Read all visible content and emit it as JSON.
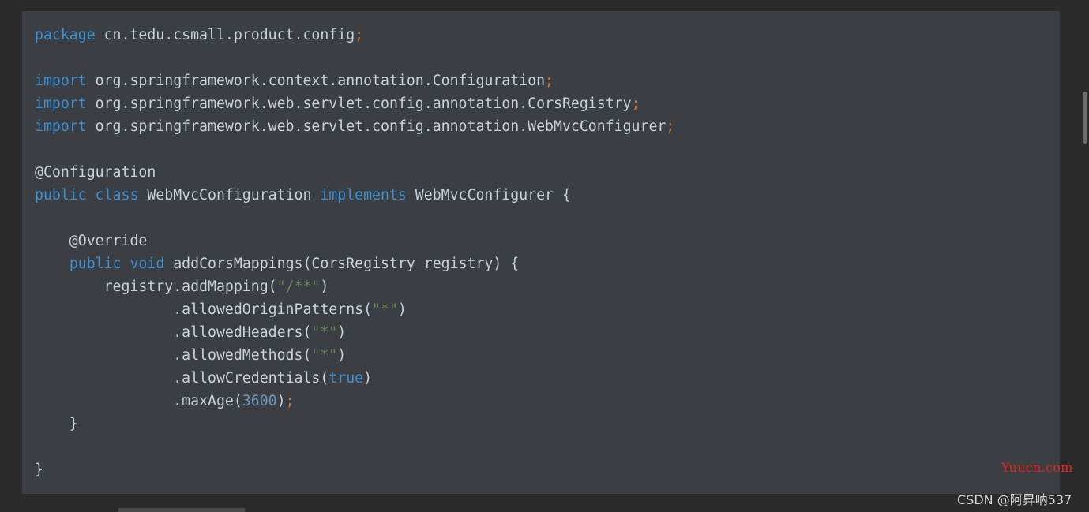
{
  "code": {
    "lines": [
      [
        {
          "t": "package",
          "c": "kw"
        },
        {
          "t": " cn.tedu.csmall.product.config",
          "c": "txt"
        },
        {
          "t": ";",
          "c": "pun"
        }
      ],
      [],
      [
        {
          "t": "import",
          "c": "kw"
        },
        {
          "t": " org.springframework.context.annotation.Configuration",
          "c": "txt"
        },
        {
          "t": ";",
          "c": "pun"
        }
      ],
      [
        {
          "t": "import",
          "c": "kw"
        },
        {
          "t": " org.springframework.web.servlet.config.annotation.CorsRegistry",
          "c": "txt"
        },
        {
          "t": ";",
          "c": "pun"
        }
      ],
      [
        {
          "t": "import",
          "c": "kw"
        },
        {
          "t": " org.springframework.web.servlet.config.annotation.WebMvcConfigurer",
          "c": "txt"
        },
        {
          "t": ";",
          "c": "pun"
        }
      ],
      [],
      [
        {
          "t": "@Configuration",
          "c": "ann"
        }
      ],
      [
        {
          "t": "public",
          "c": "kw"
        },
        {
          "t": " ",
          "c": "txt"
        },
        {
          "t": "class",
          "c": "kw"
        },
        {
          "t": " WebMvcConfiguration ",
          "c": "txt"
        },
        {
          "t": "implements",
          "c": "kw"
        },
        {
          "t": " WebMvcConfigurer {",
          "c": "txt"
        }
      ],
      [],
      [
        {
          "t": "    @Override",
          "c": "ann"
        }
      ],
      [
        {
          "t": "    ",
          "c": "txt"
        },
        {
          "t": "public",
          "c": "kw"
        },
        {
          "t": " ",
          "c": "txt"
        },
        {
          "t": "void",
          "c": "kw"
        },
        {
          "t": " addCorsMappings(CorsRegistry registry) {",
          "c": "txt"
        }
      ],
      [
        {
          "t": "        registry.addMapping(",
          "c": "txt"
        },
        {
          "t": "\"/**\"",
          "c": "str"
        },
        {
          "t": ")",
          "c": "txt"
        }
      ],
      [
        {
          "t": "                .allowedOriginPatterns(",
          "c": "txt"
        },
        {
          "t": "\"*\"",
          "c": "str"
        },
        {
          "t": ")",
          "c": "txt"
        }
      ],
      [
        {
          "t": "                .allowedHeaders(",
          "c": "txt"
        },
        {
          "t": "\"*\"",
          "c": "str"
        },
        {
          "t": ")",
          "c": "txt"
        }
      ],
      [
        {
          "t": "                .allowedMethods(",
          "c": "txt"
        },
        {
          "t": "\"*\"",
          "c": "str"
        },
        {
          "t": ")",
          "c": "txt"
        }
      ],
      [
        {
          "t": "                .allowCredentials(",
          "c": "txt"
        },
        {
          "t": "true",
          "c": "kw"
        },
        {
          "t": ")",
          "c": "txt"
        }
      ],
      [
        {
          "t": "                .maxAge(",
          "c": "txt"
        },
        {
          "t": "3600",
          "c": "num"
        },
        {
          "t": ")",
          "c": "txt"
        },
        {
          "t": ";",
          "c": "pun"
        }
      ],
      [
        {
          "t": "    }",
          "c": "txt"
        }
      ],
      [],
      [
        {
          "t": "}",
          "c": "txt"
        }
      ]
    ]
  },
  "watermarks": {
    "site": "Yuucn.com",
    "author": "CSDN @阿昇呐537"
  },
  "colors": {
    "background": "#2b2b2b",
    "code_background": "#3b3e42",
    "keyword": "#3d8fd1",
    "punctuation": "#cc7832",
    "string": "#6a8759",
    "number": "#6897bb",
    "text": "#c9d1d9",
    "watermark_site": "#e8231e"
  }
}
